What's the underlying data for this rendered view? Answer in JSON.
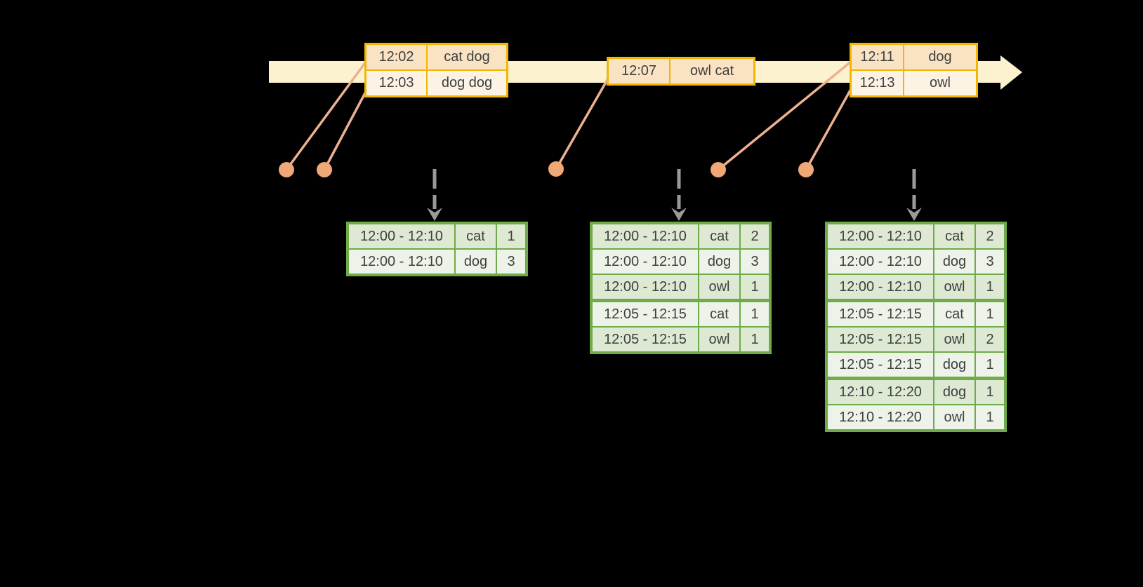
{
  "colors": {
    "background": "#000000",
    "timeline_fill": "#fcf2cf",
    "event_table_border": "#f2b705",
    "event_row_peach": "#fae3c2",
    "event_row_cream": "#fdf3e4",
    "result_table_border": "#6fab49",
    "result_row_tint": "#dde9d2",
    "result_row_light": "#eef3e9",
    "record_dot_fill": "#f0a877",
    "connector_stroke": "#eeb190",
    "trigger_arrow_gray": "#9a9a9a",
    "text": "#3f3f3f"
  },
  "icons": {
    "timeline_arrow": "right-arrow",
    "record_dot": "filled-circle",
    "trigger_arrow": "dashed-down-arrow"
  },
  "event_tables": [
    {
      "rows": [
        {
          "time": "12:02",
          "words": "cat dog"
        },
        {
          "time": "12:03",
          "words": "dog dog"
        }
      ]
    },
    {
      "rows": [
        {
          "time": "12:07",
          "words": "owl cat"
        }
      ]
    },
    {
      "rows": [
        {
          "time": "12:11",
          "words": "dog"
        },
        {
          "time": "12:13",
          "words": "owl"
        }
      ]
    }
  ],
  "result_tables": [
    {
      "rows": [
        {
          "window": "12:00 - 12:10",
          "word": "cat",
          "count": "1"
        },
        {
          "window": "12:00 - 12:10",
          "word": "dog",
          "count": "3"
        }
      ]
    },
    {
      "rows": [
        {
          "window": "12:00 - 12:10",
          "word": "cat",
          "count": "2"
        },
        {
          "window": "12:00 - 12:10",
          "word": "dog",
          "count": "3"
        },
        {
          "window": "12:00 - 12:10",
          "word": "owl",
          "count": "1"
        },
        {
          "window": "12:05 - 12:15",
          "word": "cat",
          "count": "1"
        },
        {
          "window": "12:05 - 12:15",
          "word": "owl",
          "count": "1"
        }
      ]
    },
    {
      "rows": [
        {
          "window": "12:00 - 12:10",
          "word": "cat",
          "count": "2"
        },
        {
          "window": "12:00 - 12:10",
          "word": "dog",
          "count": "3"
        },
        {
          "window": "12:00 - 12:10",
          "word": "owl",
          "count": "1"
        },
        {
          "window": "12:05 - 12:15",
          "word": "cat",
          "count": "1"
        },
        {
          "window": "12:05 - 12:15",
          "word": "owl",
          "count": "2"
        },
        {
          "window": "12:05 - 12:15",
          "word": "dog",
          "count": "1"
        },
        {
          "window": "12:10 - 12:20",
          "word": "dog",
          "count": "1"
        },
        {
          "window": "12:10 - 12:20",
          "word": "owl",
          "count": "1"
        }
      ]
    }
  ]
}
